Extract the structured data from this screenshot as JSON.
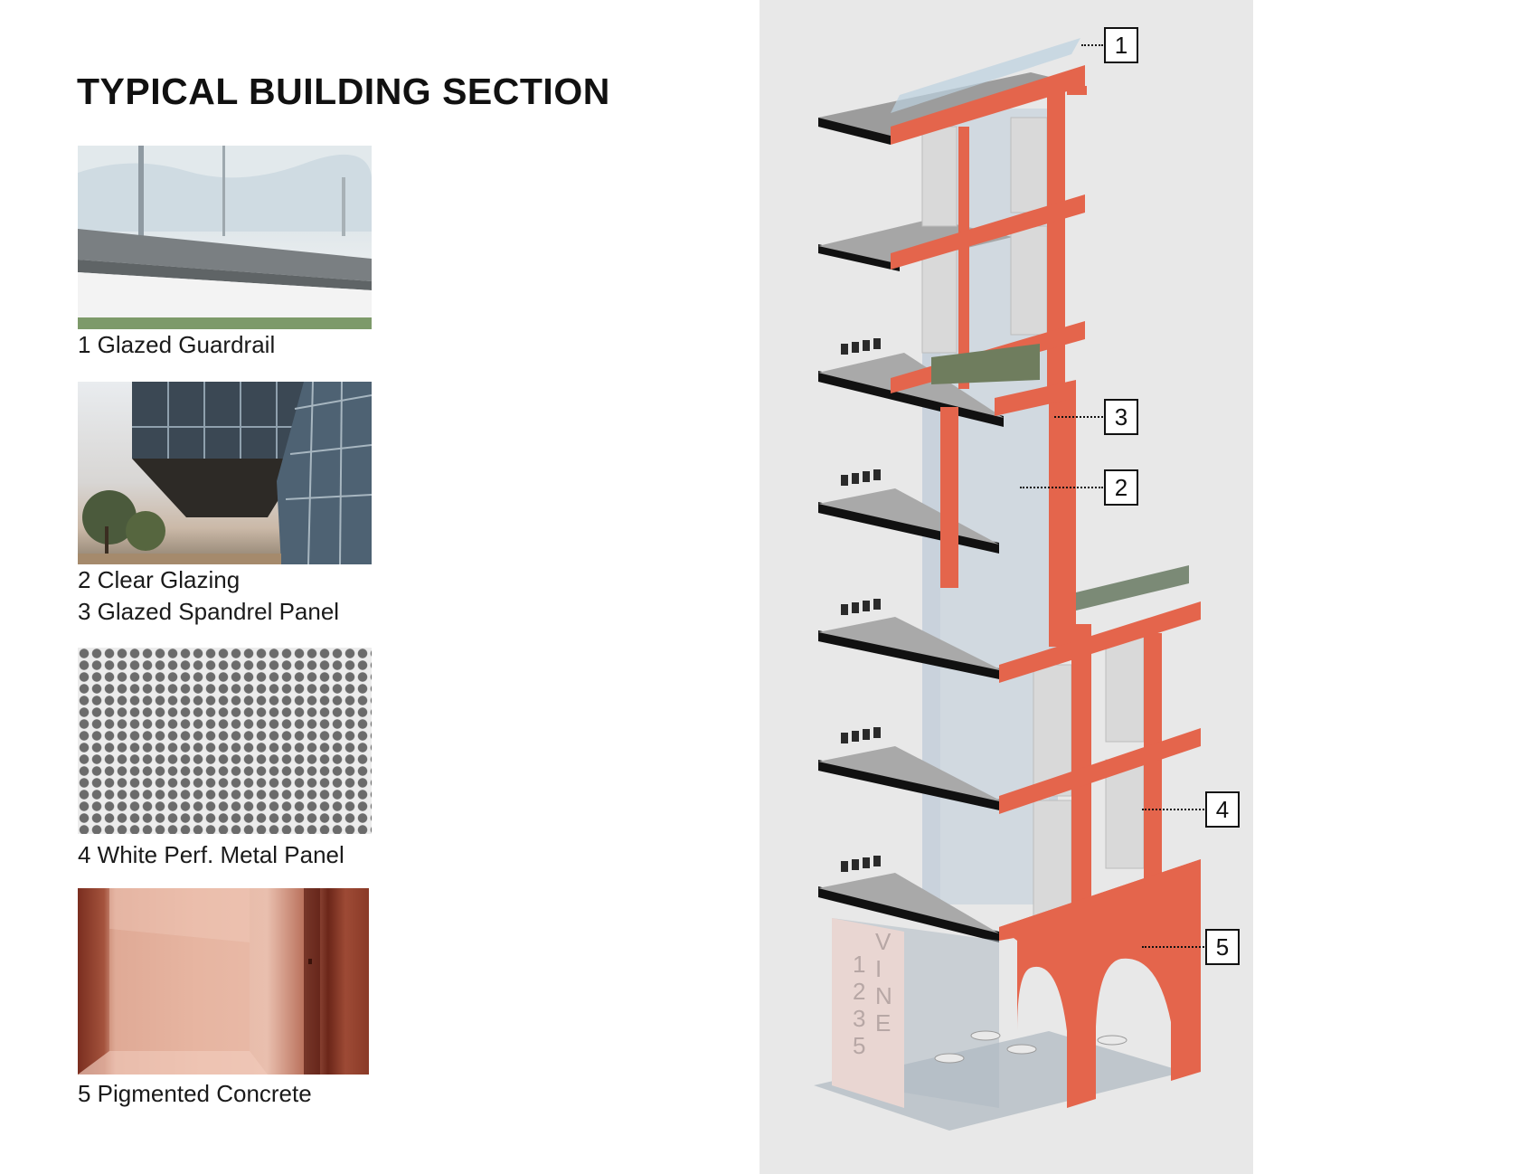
{
  "title": "TYPICAL BUILDING SECTION",
  "materials": [
    {
      "number": "1",
      "caption": "1 Glazed Guardrail"
    },
    {
      "number": "2",
      "caption": "2 Clear Glazing"
    },
    {
      "number": "3",
      "caption": "3 Glazed Spandrel Panel"
    },
    {
      "number": "4",
      "caption": "4 White Perf. Metal Panel"
    },
    {
      "number": "5",
      "caption": "5 Pigmented Concrete"
    }
  ],
  "callouts": [
    "1",
    "3",
    "2",
    "4",
    "5"
  ],
  "signage": {
    "col1": [
      "1",
      "2",
      "3",
      "5"
    ],
    "col2": [
      "V",
      "I",
      "N",
      "E"
    ]
  },
  "colors": {
    "pigmented_concrete": "#e4654c",
    "panel_background": "#e8e8e8",
    "slab": "#9b9b9b",
    "glazing": "#c9d2dc",
    "perf_metal": "#d6d6d6"
  }
}
